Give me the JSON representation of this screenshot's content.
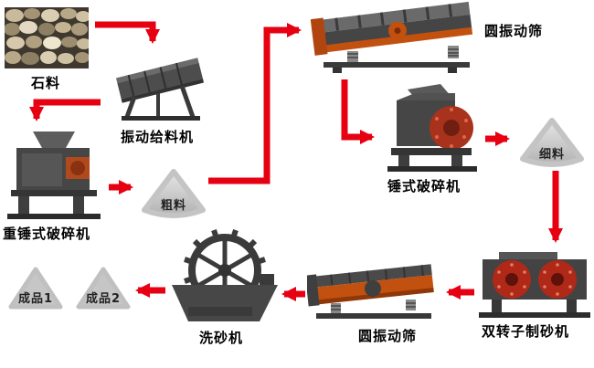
{
  "diagram": {
    "type": "process-flowchart",
    "nodes": {
      "stone": {
        "label": "石料"
      },
      "vibrating_feeder": {
        "label": "振动给料机"
      },
      "heavy_hammer_crusher": {
        "label": "重锤式破碎机"
      },
      "coarse_material": {
        "label": "粗料"
      },
      "circular_vibrating_screen_top": {
        "label": "圆振动筛"
      },
      "hammer_crusher": {
        "label": "锤式破碎机"
      },
      "fine_material": {
        "label": "细料"
      },
      "double_rotor_sand_maker": {
        "label": "双转子制砂机"
      },
      "circular_vibrating_screen_bottom": {
        "label": "圆振动筛"
      },
      "sand_washer": {
        "label": "洗砂机"
      },
      "product_1": {
        "label": "成品1"
      },
      "product_2": {
        "label": "成品2"
      }
    },
    "flows": [
      {
        "from": "stone",
        "to": "vibrating_feeder"
      },
      {
        "from": "vibrating_feeder",
        "to": "heavy_hammer_crusher"
      },
      {
        "from": "heavy_hammer_crusher",
        "to": "coarse_material"
      },
      {
        "from": "coarse_material",
        "to": "circular_vibrating_screen_top"
      },
      {
        "from": "circular_vibrating_screen_top",
        "to": "hammer_crusher"
      },
      {
        "from": "hammer_crusher",
        "to": "fine_material"
      },
      {
        "from": "fine_material",
        "to": "double_rotor_sand_maker"
      },
      {
        "from": "double_rotor_sand_maker",
        "to": "circular_vibrating_screen_bottom"
      },
      {
        "from": "circular_vibrating_screen_bottom",
        "to": "sand_washer"
      },
      {
        "from": "sand_washer",
        "to": "product_1"
      },
      {
        "from": "sand_washer",
        "to": "product_2"
      }
    ],
    "colors": {
      "arrow": "#e60012",
      "machine_dark": "#464646",
      "machine_orange": "#c2500f",
      "crusher_red": "#a8321c",
      "cone_gray": "#c6c6c6",
      "background": "#ffffff"
    }
  }
}
